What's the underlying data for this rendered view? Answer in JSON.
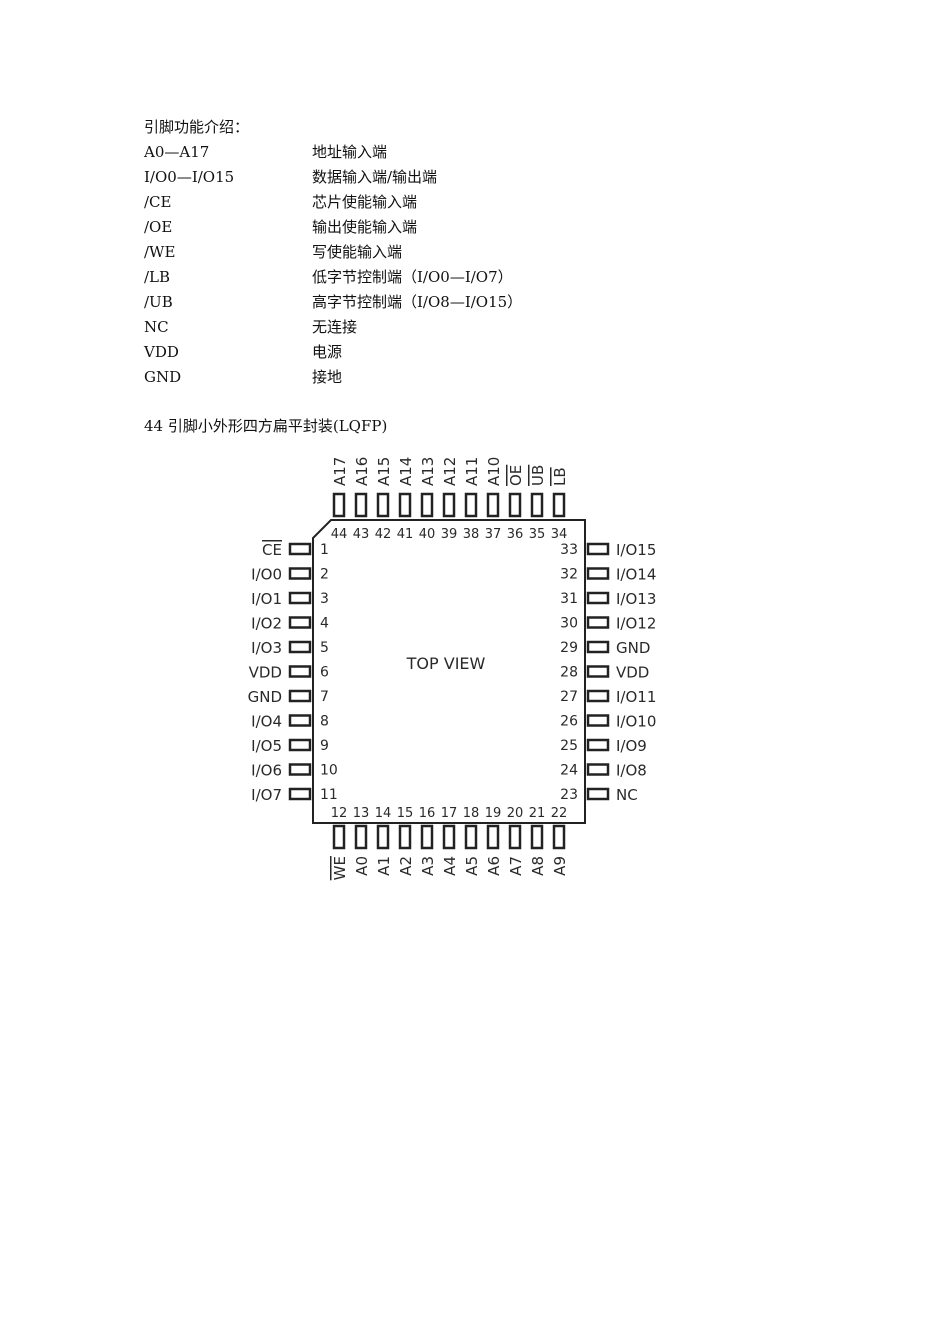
{
  "heading": "引脚功能介绍：",
  "pin_functions": [
    {
      "name": "A0—A17",
      "desc": "地址输入端"
    },
    {
      "name": "I/O0—I/O15",
      "desc": "数据输入端/输出端"
    },
    {
      "name": "/CE",
      "desc": "芯片使能输入端"
    },
    {
      "name": "/OE",
      "desc": "输出使能输入端"
    },
    {
      "name": "/WE",
      "desc": "写使能输入端"
    },
    {
      "name": "/LB",
      "desc": "低字节控制端（I/O0—I/O7）"
    },
    {
      "name": "/UB",
      "desc": "高字节控制端（I/O8—I/O15）"
    },
    {
      "name": "NC",
      "desc": "无连接"
    },
    {
      "name": "VDD",
      "desc": "电源"
    },
    {
      "name": "GND",
      "desc": "接地"
    }
  ],
  "package_caption": "44 引脚小外形四方扁平封装(LQFP)",
  "package": {
    "center_label": "TOP VIEW",
    "left_pins": [
      {
        "num": "1",
        "label": "CE",
        "overline": true
      },
      {
        "num": "2",
        "label": "I/O0",
        "overline": false
      },
      {
        "num": "3",
        "label": "I/O1",
        "overline": false
      },
      {
        "num": "4",
        "label": "I/O2",
        "overline": false
      },
      {
        "num": "5",
        "label": "I/O3",
        "overline": false
      },
      {
        "num": "6",
        "label": "VDD",
        "overline": false
      },
      {
        "num": "7",
        "label": "GND",
        "overline": false
      },
      {
        "num": "8",
        "label": "I/O4",
        "overline": false
      },
      {
        "num": "9",
        "label": "I/O5",
        "overline": false
      },
      {
        "num": "10",
        "label": "I/O6",
        "overline": false
      },
      {
        "num": "11",
        "label": "I/O7",
        "overline": false
      }
    ],
    "bottom_pins": [
      {
        "num": "12",
        "label": "WE",
        "overline": true
      },
      {
        "num": "13",
        "label": "A0",
        "overline": false
      },
      {
        "num": "14",
        "label": "A1",
        "overline": false
      },
      {
        "num": "15",
        "label": "A2",
        "overline": false
      },
      {
        "num": "16",
        "label": "A3",
        "overline": false
      },
      {
        "num": "17",
        "label": "A4",
        "overline": false
      },
      {
        "num": "18",
        "label": "A5",
        "overline": false
      },
      {
        "num": "19",
        "label": "A6",
        "overline": false
      },
      {
        "num": "20",
        "label": "A7",
        "overline": false
      },
      {
        "num": "21",
        "label": "A8",
        "overline": false
      },
      {
        "num": "22",
        "label": "A9",
        "overline": false
      }
    ],
    "right_pins": [
      {
        "num": "33",
        "label": "I/O15",
        "overline": false
      },
      {
        "num": "32",
        "label": "I/O14",
        "overline": false
      },
      {
        "num": "31",
        "label": "I/O13",
        "overline": false
      },
      {
        "num": "30",
        "label": "I/O12",
        "overline": false
      },
      {
        "num": "29",
        "label": "GND",
        "overline": false
      },
      {
        "num": "28",
        "label": "VDD",
        "overline": false
      },
      {
        "num": "27",
        "label": "I/O11",
        "overline": false
      },
      {
        "num": "26",
        "label": "I/O10",
        "overline": false
      },
      {
        "num": "25",
        "label": "I/O9",
        "overline": false
      },
      {
        "num": "24",
        "label": "I/O8",
        "overline": false
      },
      {
        "num": "23",
        "label": "NC",
        "overline": false
      }
    ],
    "top_pins": [
      {
        "num": "44",
        "label": "A17",
        "overline": false
      },
      {
        "num": "43",
        "label": "A16",
        "overline": false
      },
      {
        "num": "42",
        "label": "A15",
        "overline": false
      },
      {
        "num": "41",
        "label": "A14",
        "overline": false
      },
      {
        "num": "40",
        "label": "A13",
        "overline": false
      },
      {
        "num": "39",
        "label": "A12",
        "overline": false
      },
      {
        "num": "38",
        "label": "A11",
        "overline": false
      },
      {
        "num": "37",
        "label": "A10",
        "overline": false
      },
      {
        "num": "36",
        "label": "OE",
        "overline": true
      },
      {
        "num": "35",
        "label": "UB",
        "overline": true
      },
      {
        "num": "34",
        "label": "LB",
        "overline": true
      }
    ]
  }
}
